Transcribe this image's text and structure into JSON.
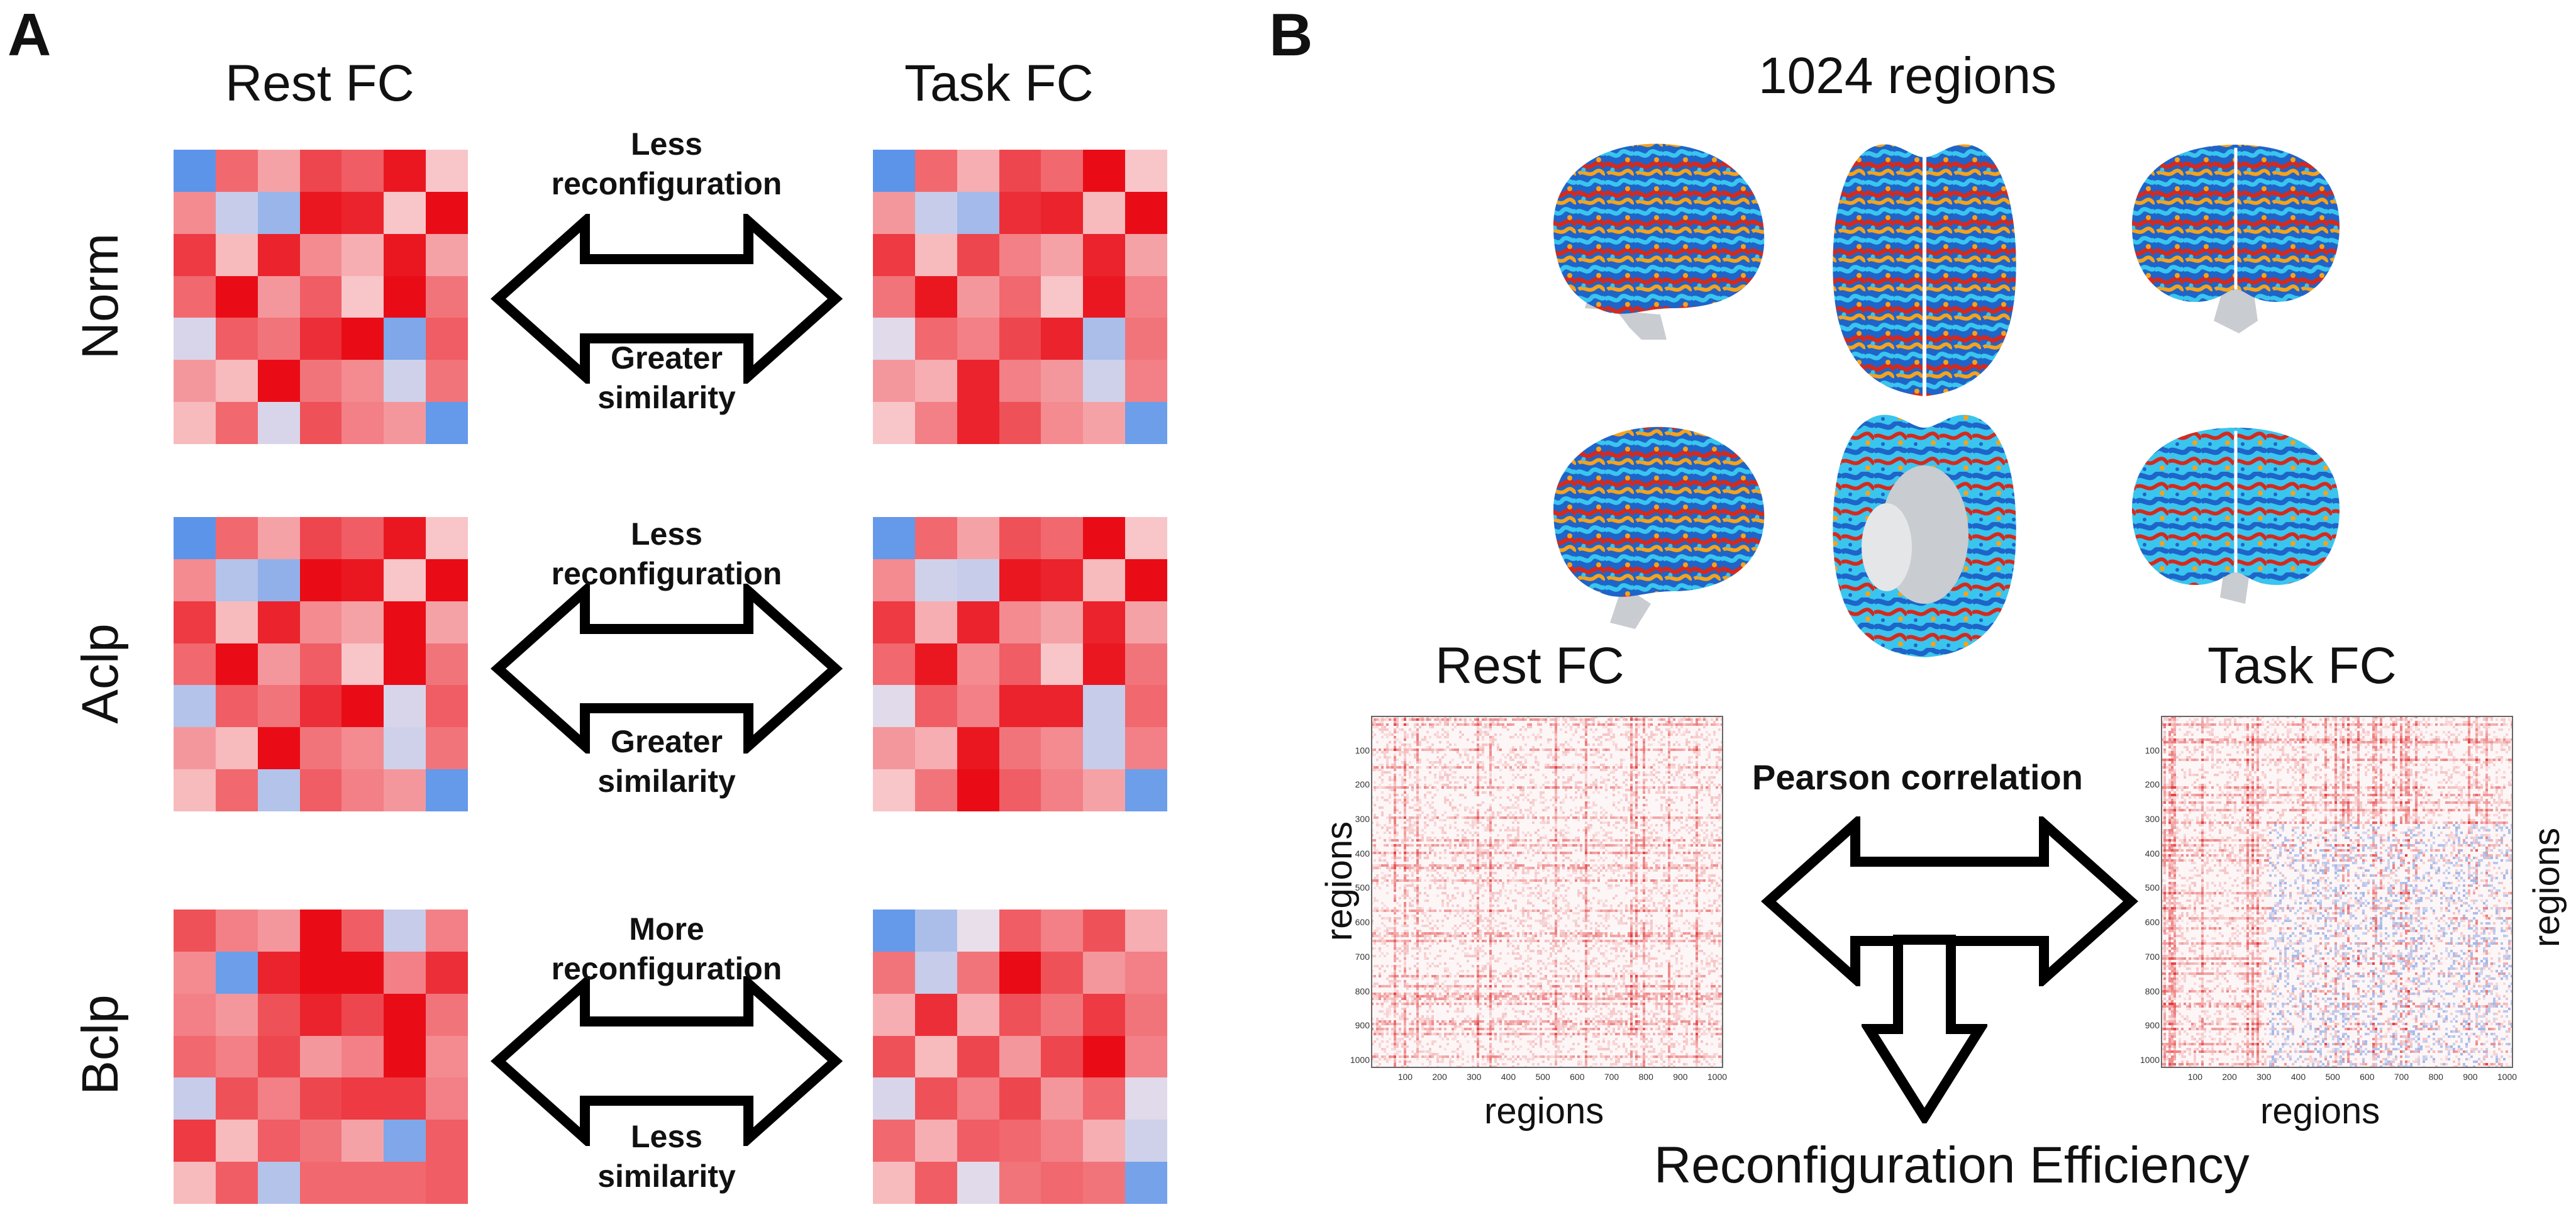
{
  "panel_a": {
    "letter": "A",
    "col_rest": "Rest FC",
    "col_task": "Task FC",
    "rows": [
      {
        "label": "Norm",
        "top_text": [
          "Less",
          "reconfiguration"
        ],
        "bottom_text": [
          "Greater",
          "similarity"
        ]
      },
      {
        "label": "Aclp",
        "top_text": [
          "Less",
          "reconfiguration"
        ],
        "bottom_text": [
          "Greater",
          "similarity"
        ]
      },
      {
        "label": "Bclp",
        "top_text": [
          "More",
          "reconfiguration"
        ],
        "bottom_text": [
          "Less",
          "similarity"
        ]
      }
    ],
    "matrices": {
      "norm_rest": [
        [
          -0.9,
          0.55,
          0.3,
          0.7,
          0.6,
          0.9,
          0.15
        ],
        [
          0.4,
          -0.3,
          -0.55,
          0.9,
          0.85,
          0.15,
          0.95
        ],
        [
          0.75,
          0.2,
          0.85,
          0.4,
          0.25,
          0.9,
          0.3
        ],
        [
          0.55,
          0.95,
          0.35,
          0.6,
          0.15,
          0.95,
          0.5
        ],
        [
          -0.2,
          0.6,
          0.5,
          0.8,
          0.95,
          -0.7,
          0.6
        ],
        [
          0.35,
          0.2,
          0.95,
          0.5,
          0.4,
          -0.25,
          0.5
        ],
        [
          0.2,
          0.55,
          -0.2,
          0.65,
          0.45,
          0.35,
          -0.85
        ]
      ],
      "norm_task": [
        [
          -0.9,
          0.55,
          0.25,
          0.7,
          0.55,
          0.95,
          0.15
        ],
        [
          0.35,
          -0.3,
          -0.5,
          0.8,
          0.85,
          0.2,
          0.95
        ],
        [
          0.75,
          0.2,
          0.7,
          0.45,
          0.3,
          0.85,
          0.3
        ],
        [
          0.5,
          0.9,
          0.35,
          0.55,
          0.15,
          0.9,
          0.45
        ],
        [
          -0.15,
          0.55,
          0.45,
          0.7,
          0.85,
          -0.45,
          0.5
        ],
        [
          0.35,
          0.25,
          0.85,
          0.45,
          0.35,
          -0.25,
          0.45
        ],
        [
          0.15,
          0.45,
          0.85,
          0.65,
          0.4,
          0.3,
          -0.8
        ]
      ],
      "aclp_rest": [
        [
          -0.9,
          0.55,
          0.3,
          0.7,
          0.6,
          0.9,
          0.15
        ],
        [
          0.4,
          -0.4,
          -0.6,
          0.95,
          0.9,
          0.15,
          0.95
        ],
        [
          0.75,
          0.2,
          0.85,
          0.4,
          0.3,
          0.95,
          0.3
        ],
        [
          0.55,
          0.95,
          0.35,
          0.6,
          0.15,
          0.95,
          0.5
        ],
        [
          -0.4,
          0.6,
          0.5,
          0.8,
          0.95,
          -0.2,
          0.6
        ],
        [
          0.35,
          0.2,
          0.95,
          0.5,
          0.4,
          -0.25,
          0.5
        ],
        [
          0.2,
          0.55,
          -0.4,
          0.6,
          0.45,
          0.35,
          -0.85
        ]
      ],
      "aclp_task": [
        [
          -0.85,
          0.55,
          0.3,
          0.65,
          0.55,
          0.95,
          0.15
        ],
        [
          0.4,
          -0.25,
          -0.3,
          0.9,
          0.85,
          0.2,
          0.95
        ],
        [
          0.75,
          0.25,
          0.85,
          0.4,
          0.3,
          0.85,
          0.3
        ],
        [
          0.55,
          0.9,
          0.4,
          0.6,
          0.15,
          0.9,
          0.5
        ],
        [
          -0.15,
          0.6,
          0.45,
          0.85,
          0.85,
          -0.3,
          0.55
        ],
        [
          0.35,
          0.25,
          0.9,
          0.5,
          0.4,
          -0.3,
          0.45
        ],
        [
          0.15,
          0.5,
          0.95,
          0.6,
          0.45,
          0.3,
          -0.8
        ]
      ],
      "bclp_rest": [
        [
          0.65,
          0.45,
          0.35,
          0.95,
          0.6,
          -0.3,
          0.45
        ],
        [
          0.4,
          -0.8,
          0.85,
          0.95,
          0.95,
          0.45,
          0.8
        ],
        [
          0.45,
          0.35,
          0.65,
          0.85,
          0.7,
          0.95,
          0.5
        ],
        [
          0.55,
          0.45,
          0.7,
          0.35,
          0.45,
          0.95,
          0.4
        ],
        [
          -0.3,
          0.65,
          0.45,
          0.7,
          0.75,
          0.75,
          0.45
        ],
        [
          0.75,
          0.2,
          0.6,
          0.5,
          0.3,
          -0.7,
          0.6
        ],
        [
          0.2,
          0.6,
          -0.4,
          0.55,
          0.55,
          0.55,
          0.6
        ]
      ],
      "bclp_task": [
        [
          -0.85,
          -0.45,
          -0.1,
          0.6,
          0.45,
          0.65,
          0.25
        ],
        [
          0.5,
          -0.3,
          0.5,
          0.95,
          0.65,
          0.35,
          0.45
        ],
        [
          0.25,
          0.8,
          0.25,
          0.65,
          0.5,
          0.75,
          0.5
        ],
        [
          0.65,
          0.2,
          0.7,
          0.35,
          0.7,
          0.95,
          0.45
        ],
        [
          -0.2,
          0.65,
          0.45,
          0.7,
          0.35,
          0.55,
          -0.15
        ],
        [
          0.55,
          0.25,
          0.6,
          0.55,
          0.45,
          0.25,
          -0.25
        ],
        [
          0.2,
          0.6,
          -0.15,
          0.5,
          0.55,
          0.5,
          -0.75
        ]
      ]
    }
  },
  "panel_b": {
    "letter": "B",
    "title": "1024 regions",
    "rest_title": "Rest FC",
    "task_title": "Task FC",
    "axis_regions": "regions",
    "tick_labels": [
      "100",
      "200",
      "300",
      "400",
      "500",
      "600",
      "700",
      "800",
      "900",
      "1000"
    ],
    "pearson": "Pearson correlation",
    "result": "Reconfiguration Efficiency"
  },
  "colors": {
    "positive": "#e8000b",
    "negative": "#4a8bea",
    "neutral": "#fbe8ea",
    "arrow_stroke": "#000000",
    "brain_red": "#d42a1e",
    "brain_orange": "#f5a21c",
    "brain_blue": "#1f64c8",
    "brain_cyan": "#39c5ee",
    "brain_gray": "#c9ccd0"
  }
}
